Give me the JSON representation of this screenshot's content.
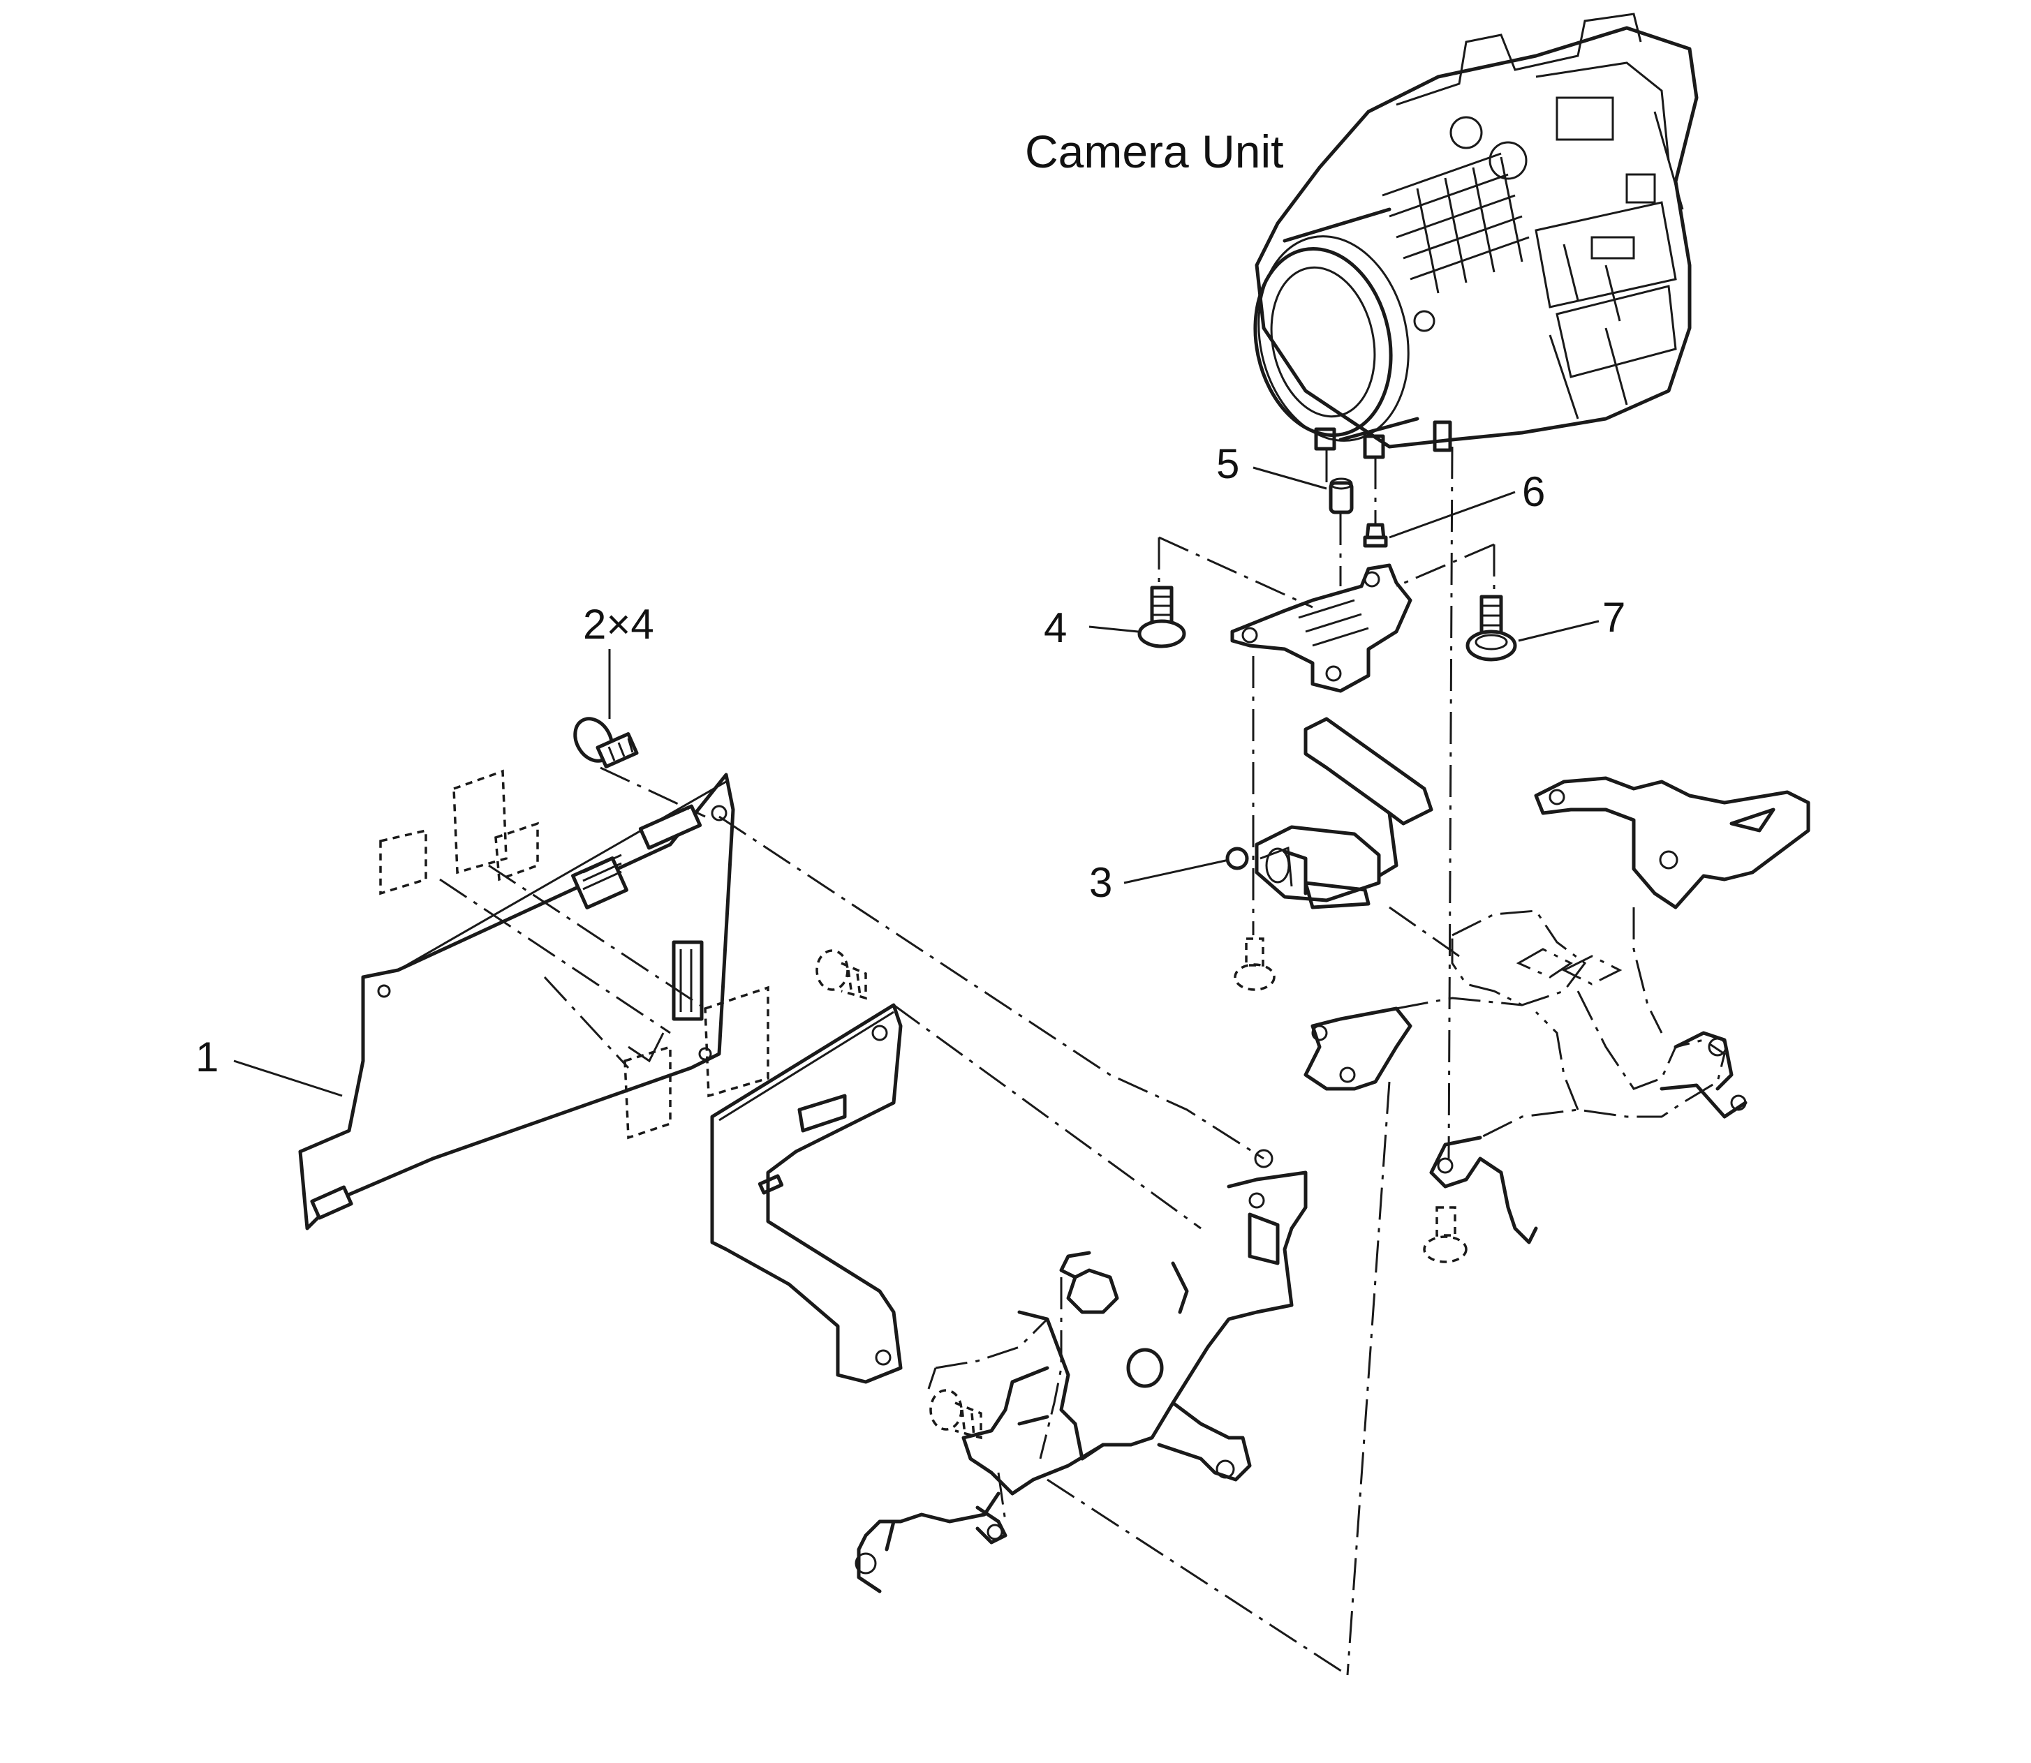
{
  "diagram": {
    "title": "Camera Unit",
    "callouts": [
      {
        "id": "1",
        "text": "1"
      },
      {
        "id": "2",
        "text": "2×4"
      },
      {
        "id": "3",
        "text": "3"
      },
      {
        "id": "4",
        "text": "4"
      },
      {
        "id": "5",
        "text": "5"
      },
      {
        "id": "6",
        "text": "6"
      },
      {
        "id": "7",
        "text": "7"
      }
    ]
  },
  "colors": {
    "line": "#1a1a1a",
    "background": "#ffffff"
  }
}
